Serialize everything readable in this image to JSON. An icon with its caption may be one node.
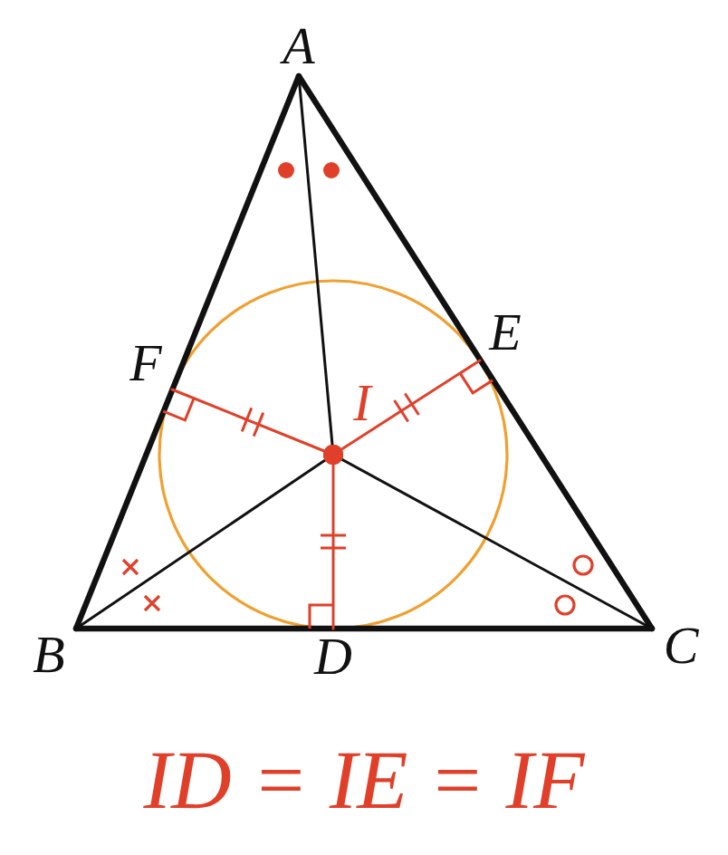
{
  "diagram": {
    "caption": "ID = IE = IF",
    "nodes": [
      {
        "text": [
          "A"
        ]
      },
      {
        "text": [
          "F"
        ]
      },
      {
        "text": [
          "I"
        ]
      },
      {
        "text": [
          "E"
        ]
      },
      {
        "text": [
          "B"
        ]
      },
      {
        "text": [
          "D"
        ]
      },
      {
        "text": [
          "C"
        ]
      }
    ],
    "edges": [
      {
        "from": 0,
        "to": 4,
        "arrow": "none",
        "style": "thick"
      },
      {
        "from": 4,
        "to": 6,
        "arrow": "none",
        "style": "thick"
      },
      {
        "from": 6,
        "to": 0,
        "arrow": "none",
        "style": "thick"
      },
      {
        "from": 0,
        "to": 2,
        "arrow": "none"
      },
      {
        "from": 4,
        "to": 2,
        "arrow": "none"
      },
      {
        "from": 6,
        "to": 2,
        "arrow": "none"
      },
      {
        "from": 2,
        "to": 5,
        "arrow": "other",
        "color": "#e0402a"
      },
      {
        "from": 2,
        "to": 3,
        "arrow": "other",
        "color": "#e0402a"
      },
      {
        "from": 2,
        "to": 1,
        "arrow": "other",
        "color": "#e0402a"
      }
    ]
  }
}
